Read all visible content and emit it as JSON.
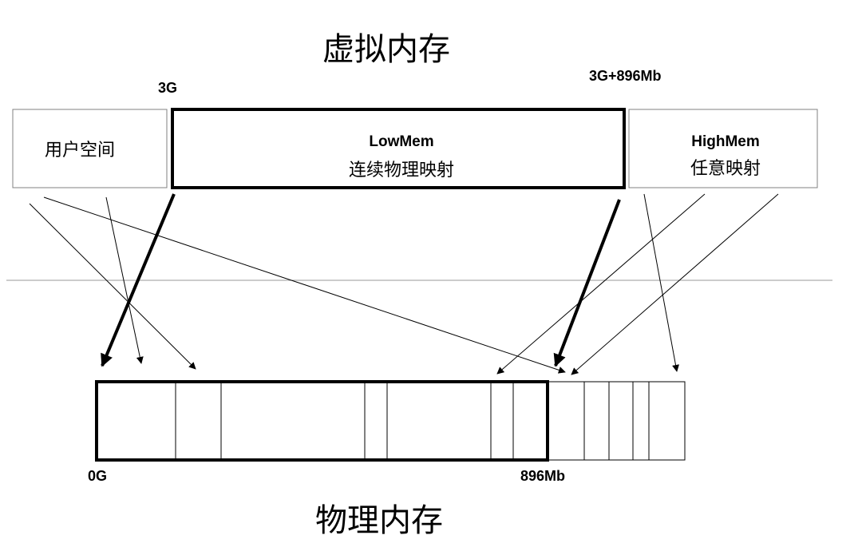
{
  "titles": {
    "virtual": "虚拟内存",
    "physical": "物理内存"
  },
  "virtual_labels": {
    "start_3g": "3G",
    "end_3g896": "3G+896Mb"
  },
  "boxes": {
    "user_space": {
      "label": "用户空间"
    },
    "lowmem": {
      "title": "LowMem",
      "subtitle": "连续物理映射"
    },
    "highmem": {
      "title": "HighMem",
      "subtitle": "任意映射"
    }
  },
  "physical_labels": {
    "start_0g": "0G",
    "end_896mb": "896Mb"
  }
}
